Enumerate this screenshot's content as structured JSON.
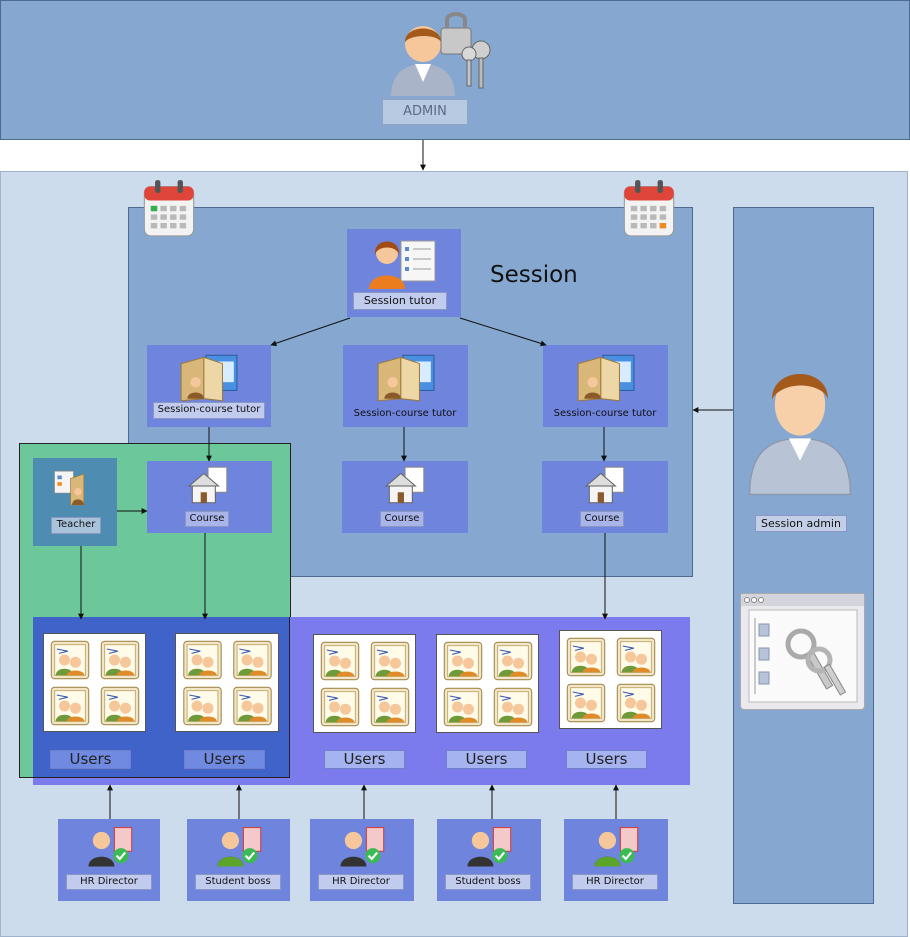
{
  "admin": {
    "label": "ADMIN"
  },
  "session": {
    "title": "Session",
    "tutor_label": "Session tutor",
    "course_tutor_label": "Session-course tutor",
    "course_label": "Course"
  },
  "teacher": {
    "label": "Teacher"
  },
  "session_admin": {
    "label": "Session admin"
  },
  "users": {
    "label": "Users"
  },
  "bosses": [
    "HR Director",
    "Student boss",
    "HR Director",
    "Student boss",
    "HR Director"
  ],
  "icons": [
    "admin-lock-keys-icon",
    "calendar-icon",
    "tutor-icon",
    "folder-icon",
    "house-document-icon",
    "user-icon",
    "user-check-icon",
    "keys-window-icon"
  ],
  "colors": {
    "admin_band": "#86a7d0",
    "outer": "#cddcec",
    "users_band": "#7b7bee",
    "group_green": "#6cc79b"
  }
}
